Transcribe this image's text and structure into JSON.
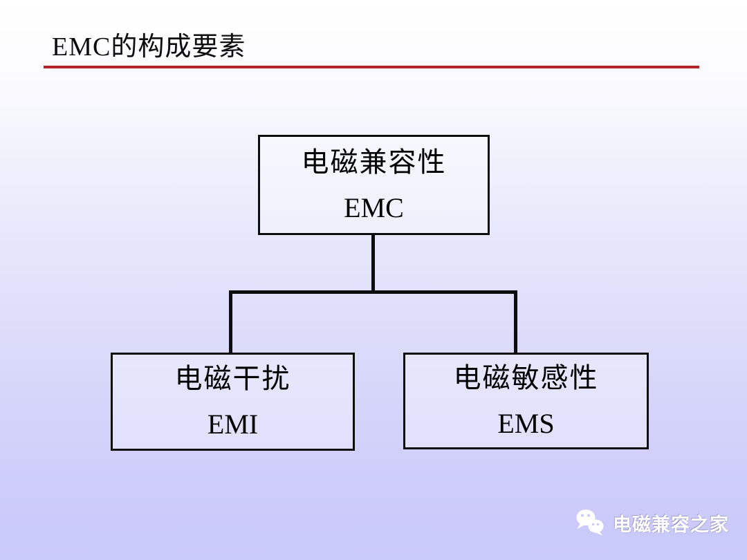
{
  "slide": {
    "title": "EMC的构成要素",
    "accent_color": "#b02427",
    "background_bottom_color": "#c9c9fa",
    "box_border_color": "#0d0d0d"
  },
  "diagram": {
    "root": {
      "line1": "电磁兼容性",
      "line2": "EMC"
    },
    "children": [
      {
        "line1": "电磁干扰",
        "line2": "EMI"
      },
      {
        "line1": "电磁敏感性",
        "line2": "EMS"
      }
    ]
  },
  "watermark": {
    "icon": "wechat-icon",
    "label": "电磁兼容之家",
    "text_color": "#ffffff"
  }
}
